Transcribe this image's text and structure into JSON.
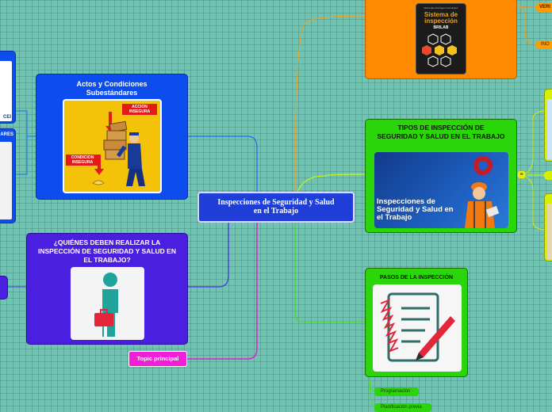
{
  "center": {
    "title": "Inspecciones de Seguridad y Salud en el Trabajo"
  },
  "actos": {
    "title": "Actos y Condiciones Subestándares",
    "accion_label": "ACCION INSEGURA",
    "condicion_label": "CONDICION INSEGURA"
  },
  "quienes": {
    "title": "¿QUIÉNES DEBEN REALIZAR LA INSPECCIÓN DE SEGURIDAD Y SALUD EN EL TRABAJO?"
  },
  "topic": {
    "label": "Topic principal"
  },
  "tipos": {
    "title": "TIPOS DE INSPECCIÓN DE SEGURIDAD Y SALUD EN EL TRABAJO",
    "image_text": "Inspecciones de Seguridad y Salud en el Trabajo"
  },
  "pasos": {
    "title": "PASOS DE LA INSPECCIÓN",
    "children": [
      "Programación",
      "Planificación previa"
    ]
  },
  "book": {
    "author": "Mercedes Rodríguez Fernández",
    "title": "Sistema de inspección",
    "brand": "BRILAB"
  },
  "orange_children": [
    "VERI",
    "INO"
  ],
  "left_partial": {
    "label": "ARES",
    "badge": "CEI"
  },
  "colors": {
    "background": "#6fc4b4",
    "blue": "#0d4dee",
    "purple": "#4a1fe0",
    "orange": "#ff8a00",
    "green": "#2ad60a",
    "magenta": "#f01ed8"
  }
}
